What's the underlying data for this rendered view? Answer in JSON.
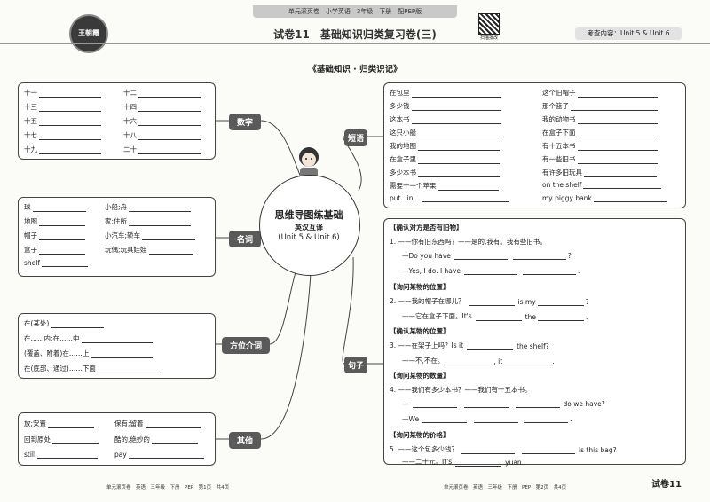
{
  "header": {
    "strip": "单元滚页卷　小学英语　3年级　下册　配PEP版",
    "logo_text": "王朝霞",
    "qr_label": "扫描批改",
    "title": "试卷11　基础知识归类复习卷(三)",
    "scope": "考查内容：Unit 5 & Unit 6",
    "section": "《基础知识 · 归类识记》"
  },
  "center": {
    "line1": "思维导图练基础",
    "line2": "英汉互译",
    "line3": "(Unit 5 & Unit 6)"
  },
  "numbers": {
    "tag": "数字",
    "left": [
      "十一",
      "十三",
      "十五",
      "十七",
      "十九"
    ],
    "right": [
      "十二",
      "十四",
      "十六",
      "十八",
      "二十"
    ]
  },
  "nouns": {
    "tag": "名词",
    "left": [
      "球",
      "地图",
      "帽子",
      "盒子",
      "shelf"
    ],
    "right": [
      "小船;舟",
      "家;住所",
      "小汽车;轿车",
      "玩偶;玩具娃娃"
    ]
  },
  "preps": {
    "tag": "方位介词",
    "items": [
      "在(某处)",
      "在……内;在……中",
      "(覆盖、附着)在……上",
      "在(底部、通过)……下面"
    ]
  },
  "others": {
    "tag": "其他",
    "left": [
      "放;安置",
      "回到原处",
      "still"
    ],
    "right": [
      "保有;留着",
      "酷的,绝妙的",
      "pay"
    ]
  },
  "phrases": {
    "tag": "短语",
    "left": [
      "在包里",
      "多少钱",
      "这本书",
      "这只小船",
      "我的地图",
      "在盒子里",
      "多少本书",
      "需要十一个苹果",
      "put...in..."
    ],
    "right": [
      "这个旧帽子",
      "那个篮子",
      "我的动物书",
      "在盒子下面",
      "有十五本书",
      "有一些旧书",
      "有许多旧玩具",
      "on the shelf",
      "my piggy bank"
    ]
  },
  "sentences": {
    "tag": "句子",
    "h1": "【确认对方是否有旧物】",
    "s1a": "1. ——你有旧东西吗？——是的,我有。我有些旧书。",
    "s1b1": "—Do you have",
    "s1b2": "?",
    "s1c": "—Yes, I do. I have",
    "s1c2": ".",
    "h2": "【询问某物的位置】",
    "s2a": "2. ——我的帽子在哪儿？",
    "s2a2": "is my",
    "s2a3": "?",
    "s2b": "——它在盒子下面。It's",
    "s2b2": "the",
    "s2b3": ".",
    "h3": "【确认某物的位置】",
    "s3a": "3. ——在架子上吗？Is it",
    "s3a2": "the shelf?",
    "s3b": "——不,不在。",
    "s3b2": ", it",
    "s3b3": ".",
    "h4": "【询问某物的数量】",
    "s4a": "4. ——我们有多少本书？——我们有十五本书。",
    "s4b1": "—",
    "s4b2": "do we have?",
    "s4c": "—We",
    "s4c2": ".",
    "h5": "【询问某物的价格】",
    "s5a": "5. ——这个包多少钱？",
    "s5a2": "is this bag?",
    "s5b": "——二十元。It's",
    "s5b2": "yuan."
  },
  "footer": {
    "left": "单元滚页卷　英语　三年级　下册　PEP　第1页　共4页",
    "right": "单元滚页卷　英语　三年级　下册　PEP　第2页　共4页",
    "page": "试卷11"
  }
}
